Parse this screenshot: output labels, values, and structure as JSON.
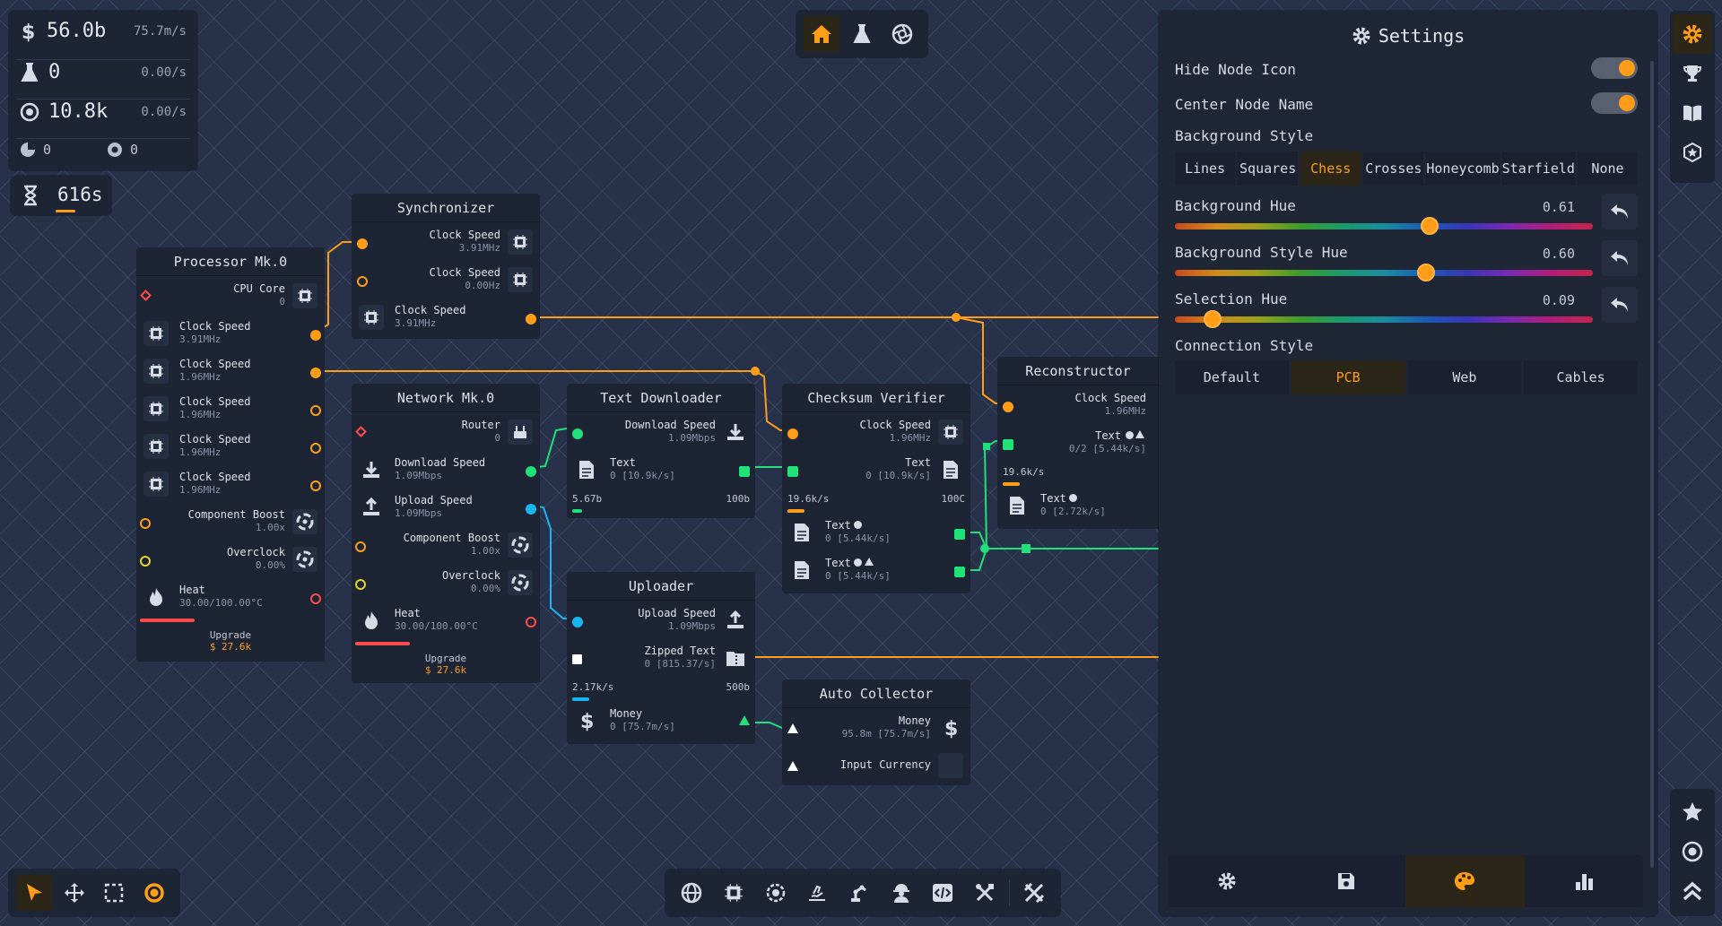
{
  "resources": {
    "money": {
      "value": "56.0b",
      "rate": "75.7m/s"
    },
    "research": {
      "value": "0",
      "rate": "0.00/s"
    },
    "cores": {
      "value": "10.8k",
      "rate": "0.00/s"
    },
    "pie_count": "0",
    "c_count": "0",
    "timer": "616s",
    "timer_progress": 0.4
  },
  "topnav": [
    {
      "icon": "home-icon",
      "active": true
    },
    {
      "icon": "flask-icon",
      "active": false
    },
    {
      "icon": "aperture-icon",
      "active": false
    }
  ],
  "nodes": {
    "processor": {
      "title": "Processor Mk.0",
      "rows": [
        {
          "label": "CPU Core",
          "sub": "0"
        },
        {
          "label": "Clock Speed",
          "sub": "3.91MHz"
        },
        {
          "label": "Clock Speed",
          "sub": "1.96MHz"
        },
        {
          "label": "Clock Speed",
          "sub": "1.96MHz"
        },
        {
          "label": "Clock Speed",
          "sub": "1.96MHz"
        },
        {
          "label": "Clock Speed",
          "sub": "1.96MHz"
        },
        {
          "label": "Component Boost",
          "sub": "1.00x"
        },
        {
          "label": "Overclock",
          "sub": "0.00%"
        },
        {
          "label": "Heat",
          "sub": "30.00/100.00°C"
        }
      ],
      "heat_fraction": 0.3,
      "upgrade_label": "Upgrade",
      "upgrade_cost": "$ 27.6k"
    },
    "synchronizer": {
      "title": "Synchronizer",
      "rows": [
        {
          "label": "Clock Speed",
          "sub": "3.91MHz"
        },
        {
          "label": "Clock Speed",
          "sub": "0.00Hz"
        },
        {
          "label": "Clock Speed",
          "sub": "3.91MHz"
        }
      ]
    },
    "network": {
      "title": "Network Mk.0",
      "rows": [
        {
          "label": "Router",
          "sub": "0"
        },
        {
          "label": "Download Speed",
          "sub": "1.09Mbps"
        },
        {
          "label": "Upload Speed",
          "sub": "1.09Mbps"
        },
        {
          "label": "Component Boost",
          "sub": "1.00x"
        },
        {
          "label": "Overclock",
          "sub": "0.00%"
        },
        {
          "label": "Heat",
          "sub": "30.00/100.00°C"
        }
      ],
      "heat_fraction": 0.3,
      "upgrade_label": "Upgrade",
      "upgrade_cost": "$ 27.6k"
    },
    "text_downloader": {
      "title": "Text Downloader",
      "rows": [
        {
          "label": "Download Speed",
          "sub": "1.09Mbps"
        },
        {
          "label": "Text",
          "sub": "0 [10.9k/s]"
        }
      ],
      "progress_left": "5.67b",
      "progress_right": "100b",
      "progress_fraction": 0.06
    },
    "uploader": {
      "title": "Uploader",
      "rows": [
        {
          "label": "Upload Speed",
          "sub": "1.09Mbps"
        },
        {
          "label": "Zipped Text",
          "sub": "0 [815.37/s]"
        },
        {
          "label": "Money",
          "sub": "0 [75.7m/s]"
        }
      ],
      "progress_left": "2.17k/s",
      "progress_right": "500b",
      "progress_fraction": 0.1
    },
    "checksum": {
      "title": "Checksum Verifier",
      "rows": [
        {
          "label": "Clock Speed",
          "sub": "1.96MHz"
        },
        {
          "label": "Text",
          "sub": "0 [10.9k/s]"
        },
        {
          "label": "Text",
          "sub": "0 [5.44k/s]"
        },
        {
          "label": "Text",
          "sub": "0 [5.44k/s]"
        }
      ],
      "progress_left": "19.6k/s",
      "progress_right": "100C",
      "progress_fraction": 0.1
    },
    "auto_collector": {
      "title": "Auto Collector",
      "rows": [
        {
          "label": "Money",
          "sub": "95.8m [75.7m/s]"
        },
        {
          "label": "Input Currency",
          "sub": ""
        }
      ]
    },
    "reconstructor": {
      "title": "Reconstructor",
      "rows": [
        {
          "label": "Clock Speed",
          "sub": "1.96MHz"
        },
        {
          "label": "Text",
          "sub": "0/2 [5.44k/s]"
        },
        {
          "label": "Text",
          "sub": "0 [2.72k/s]"
        }
      ],
      "progress_left": "19.6k/s",
      "progress_fraction": 0.1
    }
  },
  "settings": {
    "title": "Settings",
    "hide_node_icon": {
      "label": "Hide Node Icon",
      "on": true
    },
    "center_node_name": {
      "label": "Center Node Name",
      "on": true
    },
    "background_style": {
      "label": "Background Style",
      "options": [
        "Lines",
        "Squares",
        "Chess",
        "Crosses",
        "Honeycomb",
        "Starfield",
        "None"
      ],
      "selected": "Chess"
    },
    "background_hue": {
      "label": "Background Hue",
      "value": "0.61",
      "fraction": 0.61
    },
    "background_style_hue": {
      "label": "Background Style Hue",
      "value": "0.60",
      "fraction": 0.6
    },
    "selection_hue": {
      "label": "Selection Hue",
      "value": "0.09",
      "fraction": 0.09
    },
    "connection_style": {
      "label": "Connection Style",
      "options": [
        "Default",
        "PCB",
        "Web",
        "Cables"
      ],
      "selected": "PCB"
    },
    "footer_tabs": [
      "gear-icon",
      "save-icon",
      "palette-icon",
      "chart-icon"
    ],
    "footer_active": "palette-icon"
  },
  "right_rail_top": [
    "gear-icon",
    "trophy-icon",
    "book-icon",
    "star-badge-icon"
  ],
  "right_rail_bottom": [
    "star-icon",
    "target-icon",
    "chevrons-up-icon"
  ],
  "tools": [
    "pointer-icon",
    "move-icon",
    "select-box-icon",
    "ring-icon"
  ],
  "build_bar": [
    "globe-icon",
    "cpu-icon",
    "cog-chip-icon",
    "hand-icon",
    "robot-arm-icon",
    "worker-icon",
    "code-icon",
    "tools-icon",
    "wrench-cross-icon"
  ],
  "colors": {
    "accent": "#ff9d17",
    "green": "#20e07a",
    "blue": "#17b6f0",
    "red": "#ff4b4b",
    "yellow": "#e7d52b"
  }
}
